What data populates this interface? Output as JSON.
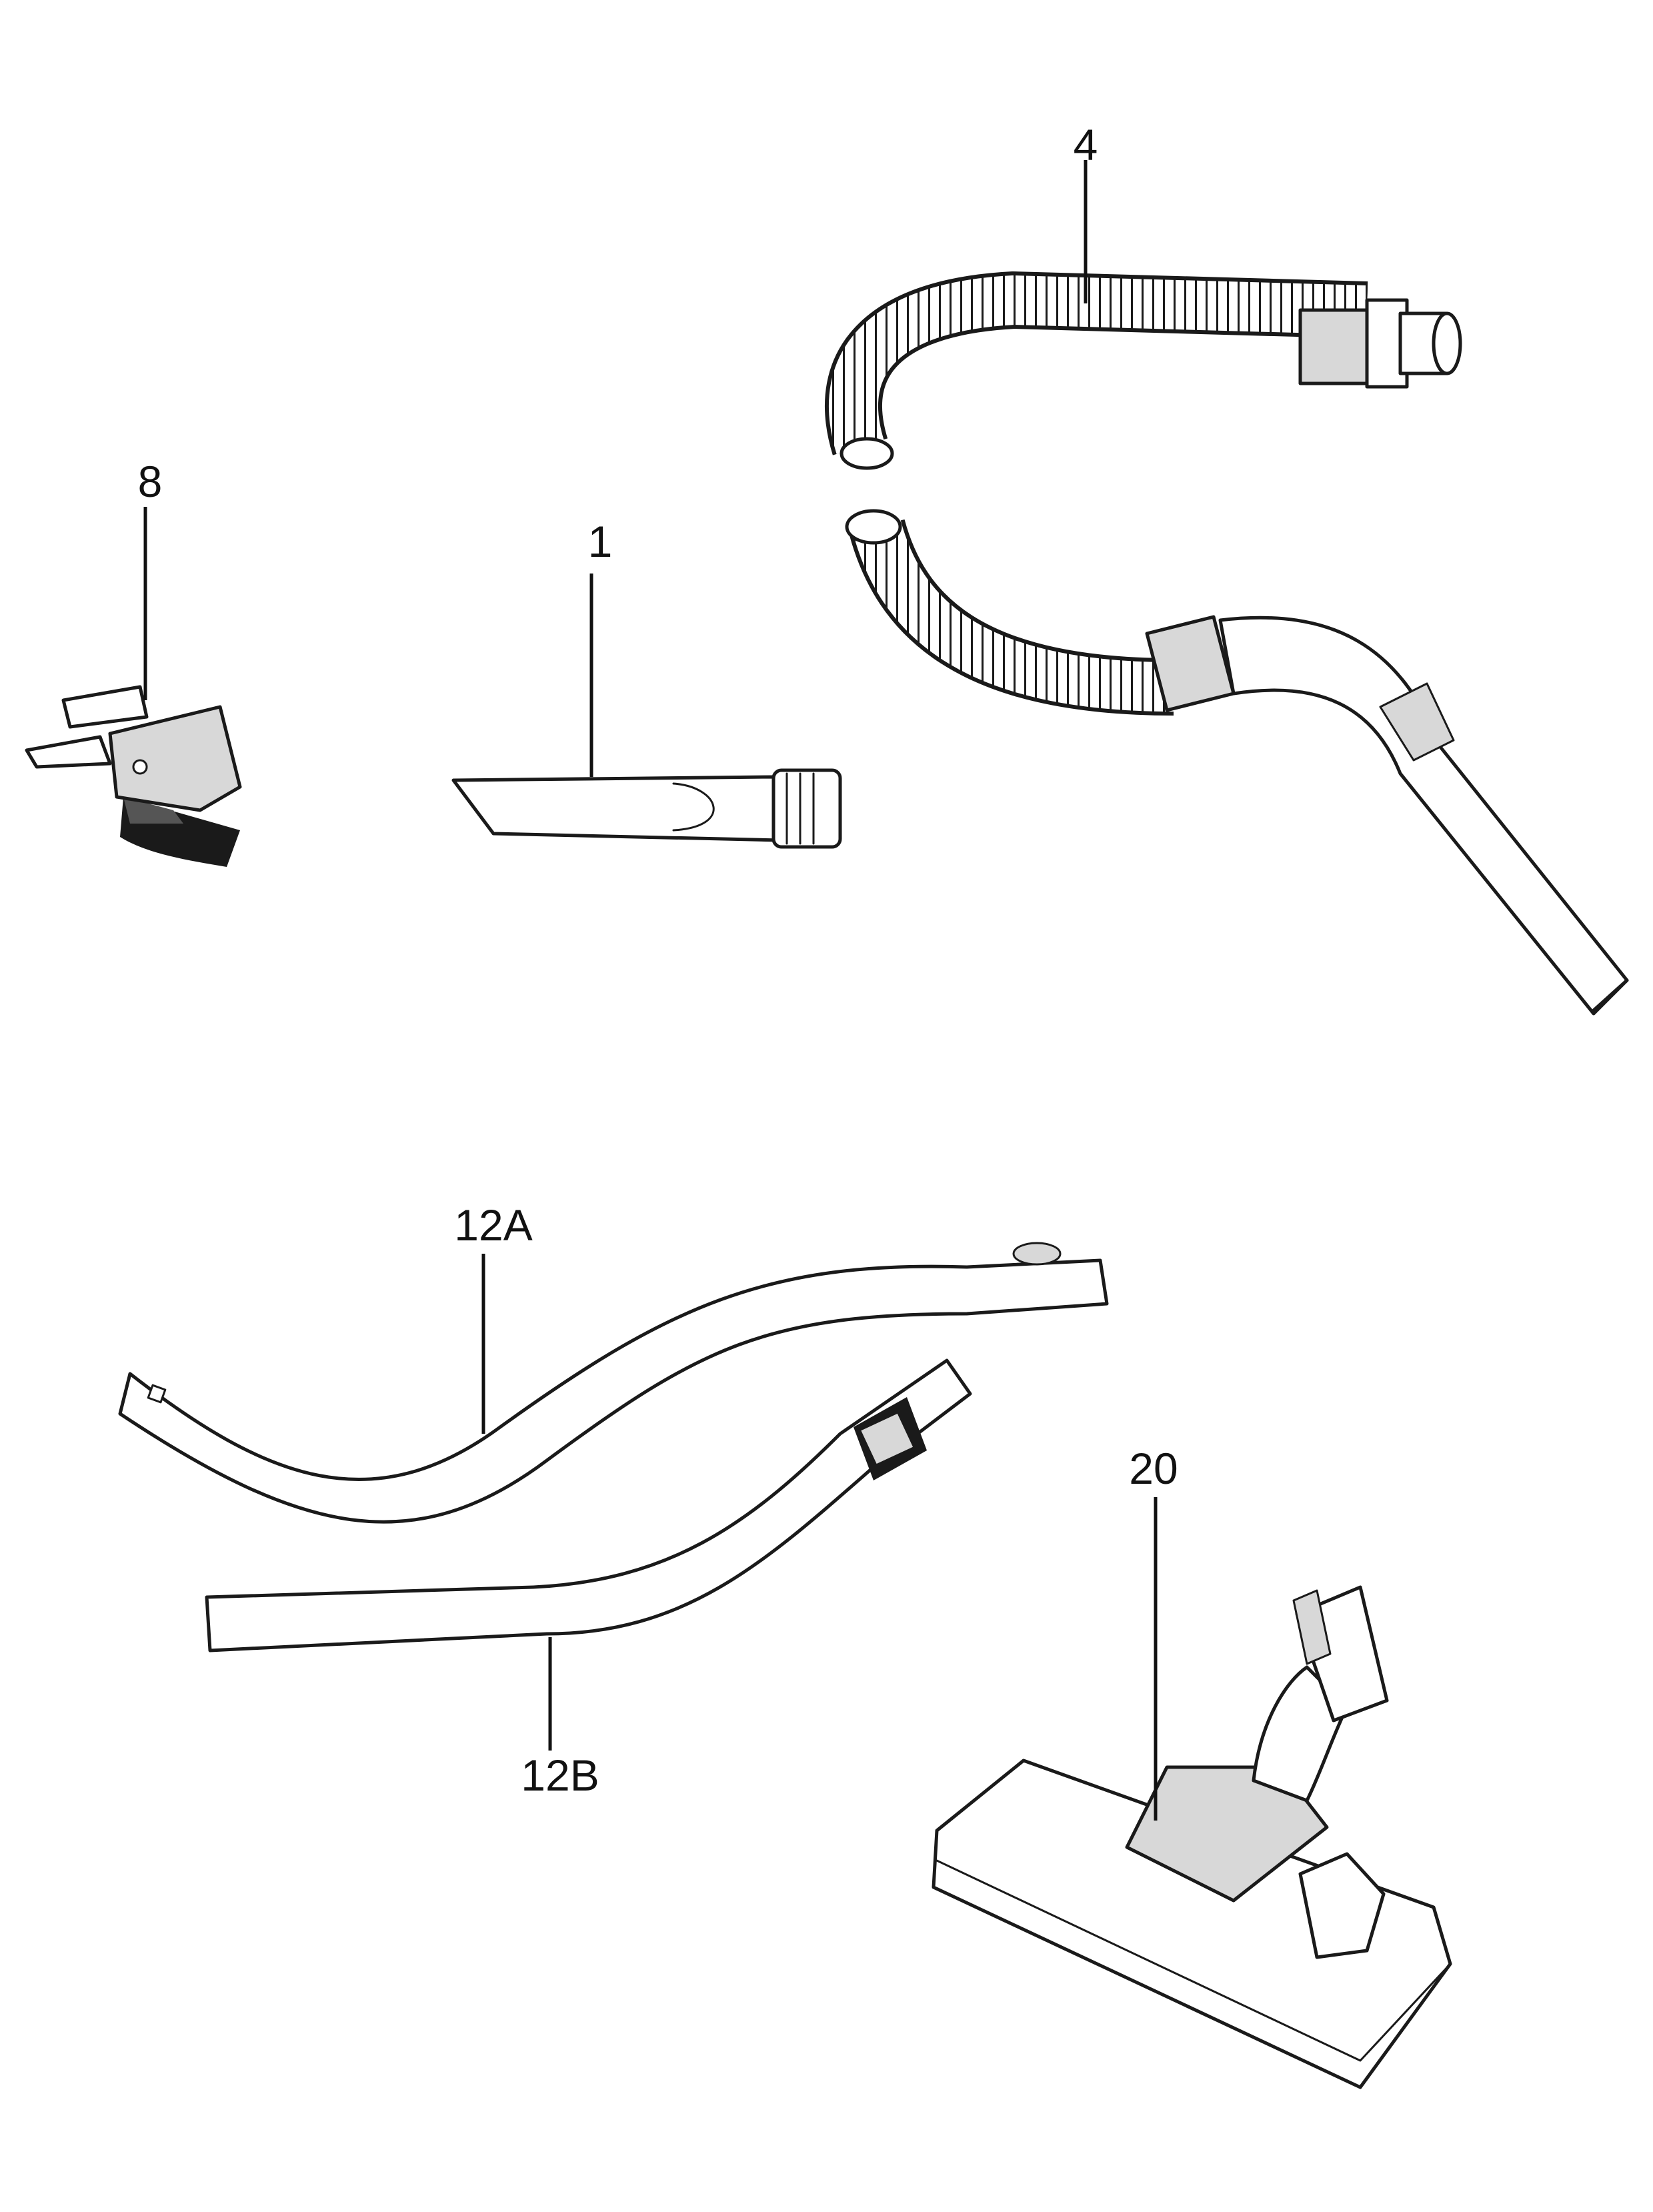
{
  "parts": [
    {
      "id": "crevice-tool",
      "label": "1"
    },
    {
      "id": "hose",
      "label": "4"
    },
    {
      "id": "dusting-brush",
      "label": "8"
    },
    {
      "id": "tube-upper",
      "label": "12A"
    },
    {
      "id": "tube-lower",
      "label": "12B"
    },
    {
      "id": "floor-nozzle",
      "label": "20"
    }
  ],
  "colors": {
    "ink": "#1a1a1a",
    "background": "#ffffff"
  }
}
